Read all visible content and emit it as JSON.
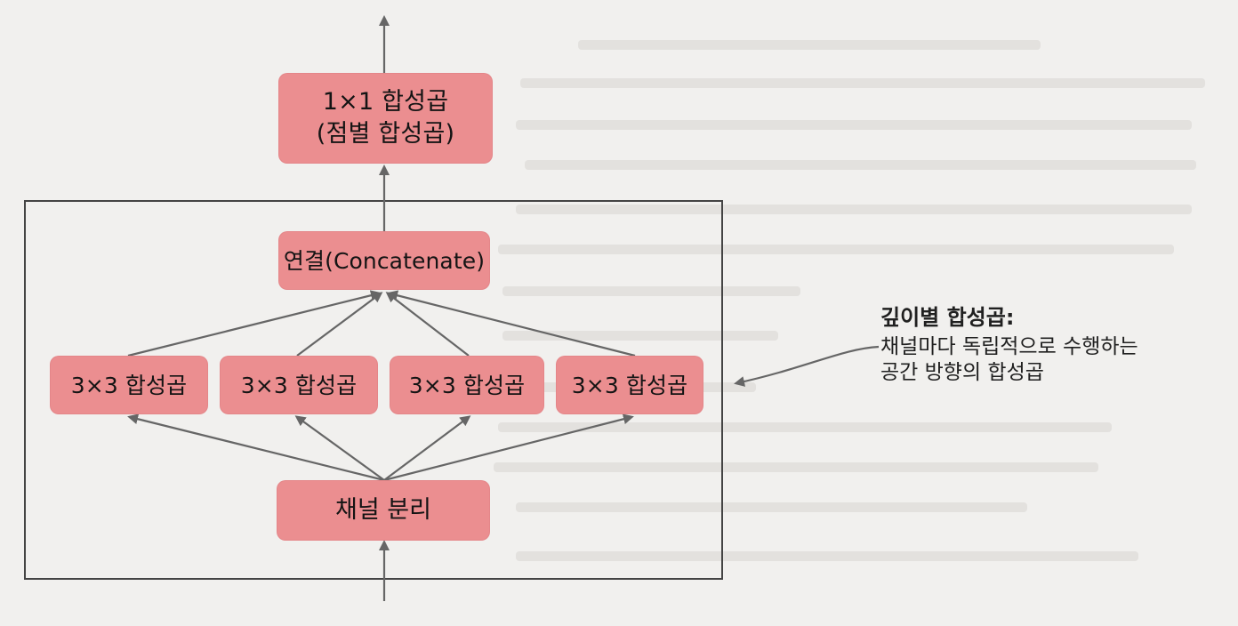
{
  "diagram": {
    "nodes": {
      "pointwise": "1×1 합성곱\n(점별 합성곱)",
      "concatenate": "연결(Concatenate)",
      "conv3x3_1": "3×3 합성곱",
      "conv3x3_2": "3×3 합성곱",
      "conv3x3_3": "3×3 합성곱",
      "conv3x3_4": "3×3 합성곱",
      "channel_split": "채널 분리"
    },
    "annotation": {
      "title": "깊이별 합성곱:",
      "line1": "채널마다 독립적으로 수행하는",
      "line2": "공간 방향의 합성곱"
    },
    "colors": {
      "node_fill": "#eb8e90",
      "line": "#666666",
      "frame": "#444444",
      "background": "#f1f0ee"
    }
  }
}
